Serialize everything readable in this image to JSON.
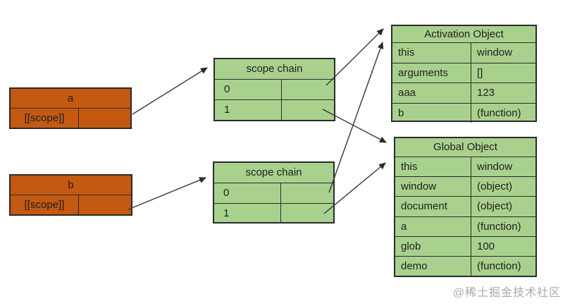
{
  "diagram": {
    "function_a": {
      "title": "a",
      "slot": "[[scope]]"
    },
    "function_b": {
      "title": "b",
      "slot": "[[scope]]"
    },
    "scope_chain_a": {
      "title": "scope chain",
      "rows": [
        "0",
        "1"
      ]
    },
    "scope_chain_b": {
      "title": "scope chain",
      "rows": [
        "0",
        "1"
      ]
    },
    "activation_object": {
      "title": "Activation Object",
      "rows": [
        [
          "this",
          "window"
        ],
        [
          "arguments",
          "[]"
        ],
        [
          "aaa",
          "123"
        ],
        [
          "b",
          "(function)"
        ]
      ]
    },
    "global_object": {
      "title": "Global Object",
      "rows": [
        [
          "this",
          "window"
        ],
        [
          "window",
          "(object)"
        ],
        [
          "document",
          "(object)"
        ],
        [
          "a",
          "(function)"
        ],
        [
          "glob",
          "100"
        ],
        [
          "demo",
          "(function)"
        ]
      ]
    },
    "connections": [
      "a.[[scope]] -> scope-chain-a",
      "b.[[scope]] -> scope-chain-b",
      "scope-chain-a.0 -> activation-object",
      "scope-chain-a.1 -> global-object",
      "scope-chain-b.0 -> activation-object",
      "scope-chain-b.1 -> global-object"
    ]
  },
  "colors": {
    "box_orange": "#C45911",
    "table_green": "#A9D18E",
    "border": "#2b2b2b",
    "arrow": "#363636",
    "watermark_gray": "#aaaaaa"
  },
  "watermark": "@稀土掘金技术社区"
}
